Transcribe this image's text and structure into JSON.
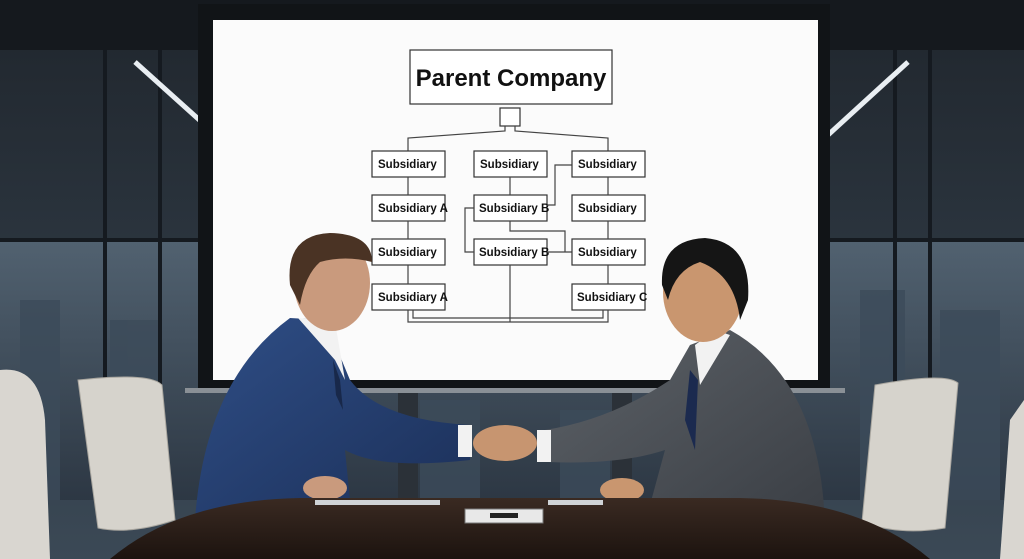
{
  "diagram": {
    "parent": "Parent Company",
    "columns": [
      [
        "Subsidiary",
        "Subsidiary A",
        "Subsidiary",
        "Subsidiary A"
      ],
      [
        "Subsidiary",
        "Subsidiary B",
        "Subsidiary B"
      ],
      [
        "Subsidiary",
        "Subsidiary",
        "Subsidiary",
        "Subsidiary C"
      ]
    ]
  }
}
